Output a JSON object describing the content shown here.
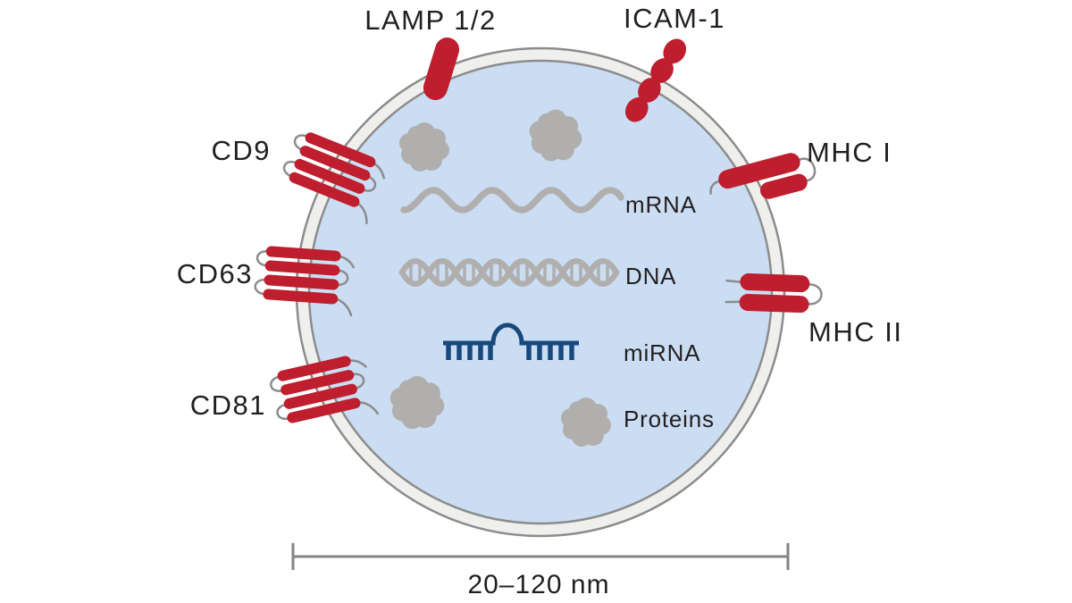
{
  "diagram_type": "exosome-structure",
  "markers": {
    "lamp": "LAMP 1/2",
    "icam": "ICAM-1",
    "cd9": "CD9",
    "cd63": "CD63",
    "cd81": "CD81",
    "mhc1": "MHC I",
    "mhc2": "MHC II"
  },
  "cargo": {
    "mrna": "mRNA",
    "dna": "DNA",
    "mirna": "miRNA",
    "proteins": "Proteins"
  },
  "scale_bar": {
    "label": "20–120 nm"
  },
  "colors": {
    "background": "#FFFFFF",
    "marker-red": "#BE1E2D",
    "vesicle-fill": "#CBDDF3",
    "membrane-band": "#EFEFED",
    "membrane-stroke": "#8C8C8C",
    "content-gray": "#B1AFAE",
    "mirna-blue": "#17497C",
    "scalebar-gray": "#848484",
    "text": "#231F20"
  }
}
